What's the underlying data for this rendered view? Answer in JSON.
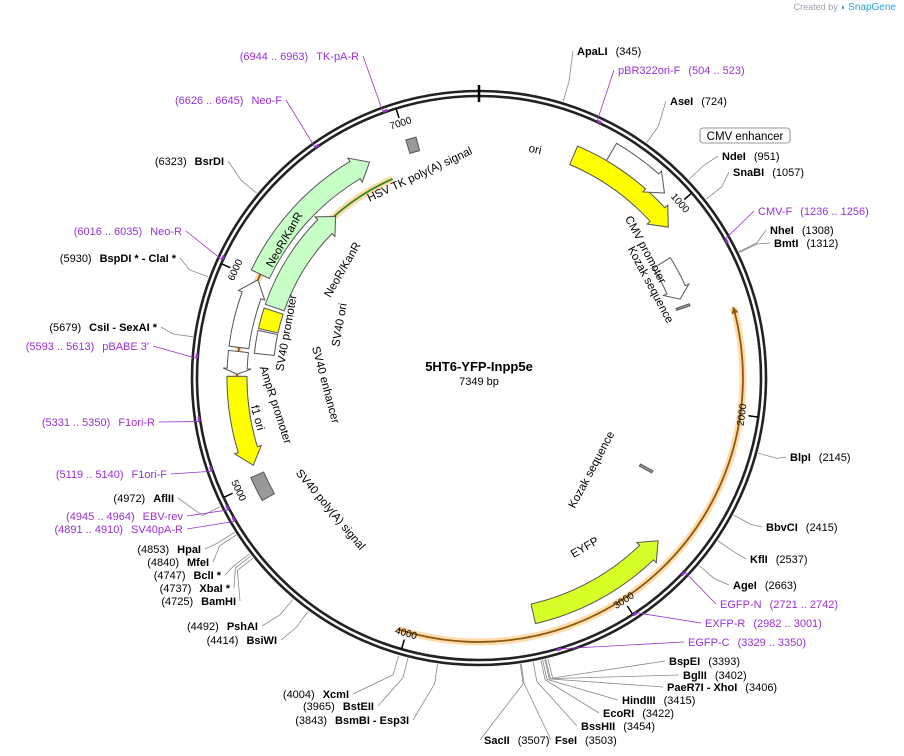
{
  "credit": {
    "prefix": "Created by",
    "brand": "SnapGene"
  },
  "plasmid": {
    "name": "5HT6-YFP-Inpp5e",
    "length_label": "7349 bp",
    "length": 7349
  },
  "ticks": [
    {
      "pos": 1000,
      "label": "1000"
    },
    {
      "pos": 2000,
      "label": "2000"
    },
    {
      "pos": 3000,
      "label": "3000"
    },
    {
      "pos": 4000,
      "label": "4000"
    },
    {
      "pos": 5000,
      "label": "5000"
    },
    {
      "pos": 6000,
      "label": "6000"
    },
    {
      "pos": 7000,
      "label": "7000"
    }
  ],
  "colors": {
    "backbone": "#222222",
    "ori": "#ffff00",
    "neo": "#c7ffc7",
    "f1": "#ffff00",
    "eyfp": "#d5ff26",
    "white_feature": "#ffffff",
    "grey_feature": "#999999",
    "orf": "#f5b041",
    "primer": "#9b30d3"
  },
  "features": [
    {
      "id": "ori",
      "label": "ori",
      "start": 470,
      "end": 1050,
      "ring": "inner",
      "color": "yellow",
      "direction": "cw"
    },
    {
      "id": "cmv-enhancer",
      "label": "CMV enhancer",
      "start": 620,
      "end": 920,
      "ring": "outer-feature",
      "color": "white",
      "direction": "cw"
    },
    {
      "id": "cmv-promoter",
      "label": "CMV promoter",
      "start": 1180,
      "end": 1400,
      "ring": "inner2",
      "color": "white",
      "direction": "cw"
    },
    {
      "id": "kozak-1",
      "label": "Kozak sequence",
      "start": 1440,
      "end": 1452,
      "ring": "inner2",
      "color": "grey",
      "direction": "none"
    },
    {
      "id": "kozak-2",
      "label": "Kozak sequence",
      "start": 2410,
      "end": 2425,
      "ring": "inner3",
      "color": "grey",
      "direction": "none"
    },
    {
      "id": "eyfp",
      "label": "EYFP",
      "start": 2700,
      "end": 3410,
      "ring": "inner",
      "color": "eyfp",
      "direction": "ccw"
    },
    {
      "id": "sv40-polya",
      "label": "SV40 poly(A) signal",
      "start": 4910,
      "end": 5030,
      "ring": "inner",
      "color": "grey",
      "direction": "none"
    },
    {
      "id": "f1-ori",
      "label": "f1 ori",
      "start": 5080,
      "end": 5520,
      "ring": "inner",
      "color": "yellow",
      "direction": "ccw"
    },
    {
      "id": "ampr-promoter",
      "label": "AmpR promoter",
      "start": 5530,
      "end": 5640,
      "ring": "inner",
      "color": "white",
      "direction": "ccw"
    },
    {
      "id": "sv40-promoter",
      "label": "SV40 promoter",
      "start": 5660,
      "end": 6000,
      "ring": "inner",
      "color": "white",
      "direction": "cw"
    },
    {
      "id": "neokanr-1",
      "label": "NeoR/KanR",
      "start": 6030,
      "end": 6800,
      "ring": "inner",
      "color": "neo",
      "direction": "cw"
    },
    {
      "id": "hsv-tk-polya",
      "label": "HSV TK poly(A) signal",
      "start": 7000,
      "end": 7050,
      "ring": "inner",
      "color": "grey",
      "direction": "none"
    },
    {
      "id": "sv40-ori",
      "label": "SV40 ori",
      "start": 5770,
      "end": 5880,
      "ring": "inner2",
      "color": "yellow",
      "direction": "none"
    },
    {
      "id": "sv40-enhancer",
      "label": "SV40 enhancer",
      "start": 5640,
      "end": 5760,
      "ring": "inner2",
      "color": "white",
      "direction": "none"
    },
    {
      "id": "neokanr-2",
      "label": "NeoR/KanR",
      "start": 5900,
      "end": 6500,
      "ring": "inner2",
      "color": "neo",
      "direction": "cw"
    }
  ],
  "orfs": [
    {
      "id": "orf-main",
      "start": 1520,
      "end": 4040,
      "direction": "ccw"
    },
    {
      "id": "orf-left",
      "start": 5440,
      "end": 6740,
      "direction": "cw"
    },
    {
      "id": "orf-green",
      "start": 6240,
      "end": 6870,
      "direction": "ccw"
    }
  ],
  "sites_right": [
    {
      "name": "ApaLI",
      "pos_label": "(345)",
      "pos": 345
    },
    {
      "name": "AseI",
      "pos_label": "(724)",
      "pos": 724
    },
    {
      "name": "NdeI",
      "pos_label": "(951)",
      "pos": 951
    },
    {
      "name": "SnaBI",
      "pos_label": "(1057)",
      "pos": 1057
    },
    {
      "name": "NheI",
      "pos_label": "(1308)",
      "pos": 1308
    },
    {
      "name": "BmtI",
      "pos_label": "(1312)",
      "pos": 1312
    },
    {
      "name": "BlpI",
      "pos_label": "(2145)",
      "pos": 2145
    },
    {
      "name": "BbvCI",
      "pos_label": "(2415)",
      "pos": 2415
    },
    {
      "name": "KflI",
      "pos_label": "(2537)",
      "pos": 2537
    },
    {
      "name": "AgeI",
      "pos_label": "(2663)",
      "pos": 2663
    },
    {
      "name": "BspEI",
      "pos_label": "(3393)",
      "pos": 3393
    },
    {
      "name": "BglII",
      "pos_label": "(3402)",
      "pos": 3402
    },
    {
      "name": "PaeR7I - XhoI",
      "pos_label": "(3406)",
      "pos": 3406
    },
    {
      "name": "HindIII",
      "pos_label": "(3415)",
      "pos": 3415
    },
    {
      "name": "EcoRI",
      "pos_label": "(3422)",
      "pos": 3422
    },
    {
      "name": "BssHII",
      "pos_label": "(3454)",
      "pos": 3454
    },
    {
      "name": "FseI",
      "pos_label": "(3503)",
      "pos": 3503
    },
    {
      "name": "SacII",
      "pos_label": "(3507)",
      "pos": 3507
    }
  ],
  "sites_left": [
    {
      "name": "BsmBI - Esp3I",
      "pos_label": "(3843)",
      "pos": 3843
    },
    {
      "name": "BstEII",
      "pos_label": "(3965)",
      "pos": 3965
    },
    {
      "name": "XcmI",
      "pos_label": "(4004)",
      "pos": 4004
    },
    {
      "name": "BsiWI",
      "pos_label": "(4414)",
      "pos": 4414
    },
    {
      "name": "PshAI",
      "pos_label": "(4492)",
      "pos": 4492
    },
    {
      "name": "BamHI",
      "pos_label": "(4725)",
      "pos": 4725
    },
    {
      "name": "XbaI *",
      "pos_label": "(4737)",
      "pos": 4737
    },
    {
      "name": "BclI *",
      "pos_label": "(4747)",
      "pos": 4747
    },
    {
      "name": "MfeI",
      "pos_label": "(4840)",
      "pos": 4840
    },
    {
      "name": "HpaI",
      "pos_label": "(4853)",
      "pos": 4853
    },
    {
      "name": "AflII",
      "pos_label": "(4972)",
      "pos": 4972
    },
    {
      "name": "CsiI - SexAI *",
      "pos_label": "(5679)",
      "pos": 5679
    },
    {
      "name": "BspDI * - ClaI *",
      "pos_label": "(5930)",
      "pos": 5930
    },
    {
      "name": "BsrDI",
      "pos_label": "(6323)",
      "pos": 6323
    }
  ],
  "primers": [
    {
      "label": "pBR322ori-F",
      "range": "(504 .. 523)",
      "pos": 504
    },
    {
      "label": "CMV-F",
      "range": "(1236 .. 1256)",
      "pos": 1236
    },
    {
      "label": "EGFP-N",
      "range": "(2721 .. 2742)",
      "pos": 2721
    },
    {
      "label": "EXFP-R",
      "range": "(2982 .. 3001)",
      "pos": 2982
    },
    {
      "label": "EGFP-C",
      "range": "(3329 .. 3350)",
      "pos": 3329
    },
    {
      "label": "SV40pA-R",
      "range": "(4891 .. 4910)",
      "pos": 4891
    },
    {
      "label": "EBV-rev",
      "range": "(4945 .. 4964)",
      "pos": 4945
    },
    {
      "label": "F1ori-F",
      "range": "(5119 .. 5140)",
      "pos": 5119
    },
    {
      "label": "F1ori-R",
      "range": "(5331 .. 5350)",
      "pos": 5331
    },
    {
      "label": "pBABE 3'",
      "range": "(5593 .. 5613)",
      "pos": 5593
    },
    {
      "label": "Neo-R",
      "range": "(6016 .. 6035)",
      "pos": 6016
    },
    {
      "label": "Neo-F",
      "range": "(6626 .. 6645)",
      "pos": 6626
    },
    {
      "label": "TK-pA-R",
      "range": "(6944 .. 6963)",
      "pos": 6944
    }
  ]
}
